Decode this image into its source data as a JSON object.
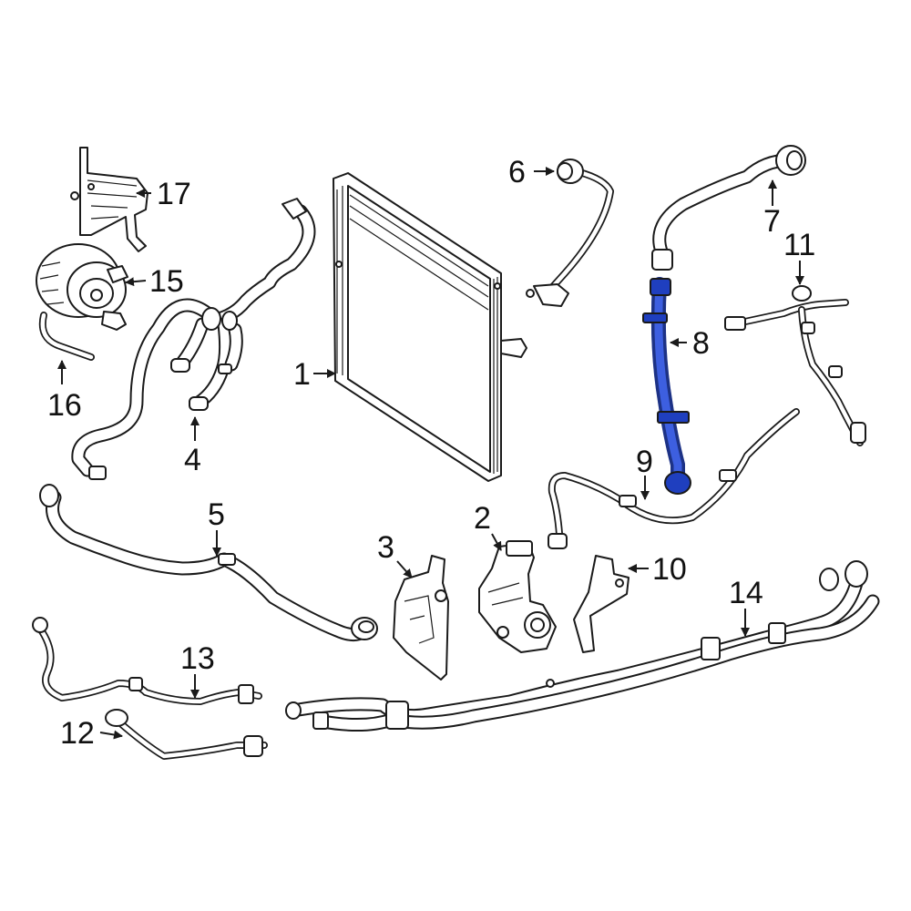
{
  "diagram": {
    "highlight_color": "#1f3fbf",
    "line_color": "#1a1a1a",
    "callouts": [
      {
        "id": "1",
        "label": "1"
      },
      {
        "id": "2",
        "label": "2"
      },
      {
        "id": "3",
        "label": "3"
      },
      {
        "id": "4",
        "label": "4"
      },
      {
        "id": "5",
        "label": "5"
      },
      {
        "id": "6",
        "label": "6"
      },
      {
        "id": "7",
        "label": "7"
      },
      {
        "id": "8",
        "label": "8"
      },
      {
        "id": "9",
        "label": "9"
      },
      {
        "id": "10",
        "label": "10"
      },
      {
        "id": "11",
        "label": "11"
      },
      {
        "id": "12",
        "label": "12"
      },
      {
        "id": "13",
        "label": "13"
      },
      {
        "id": "14",
        "label": "14"
      },
      {
        "id": "15",
        "label": "15"
      },
      {
        "id": "16",
        "label": "16"
      },
      {
        "id": "17",
        "label": "17"
      }
    ]
  }
}
